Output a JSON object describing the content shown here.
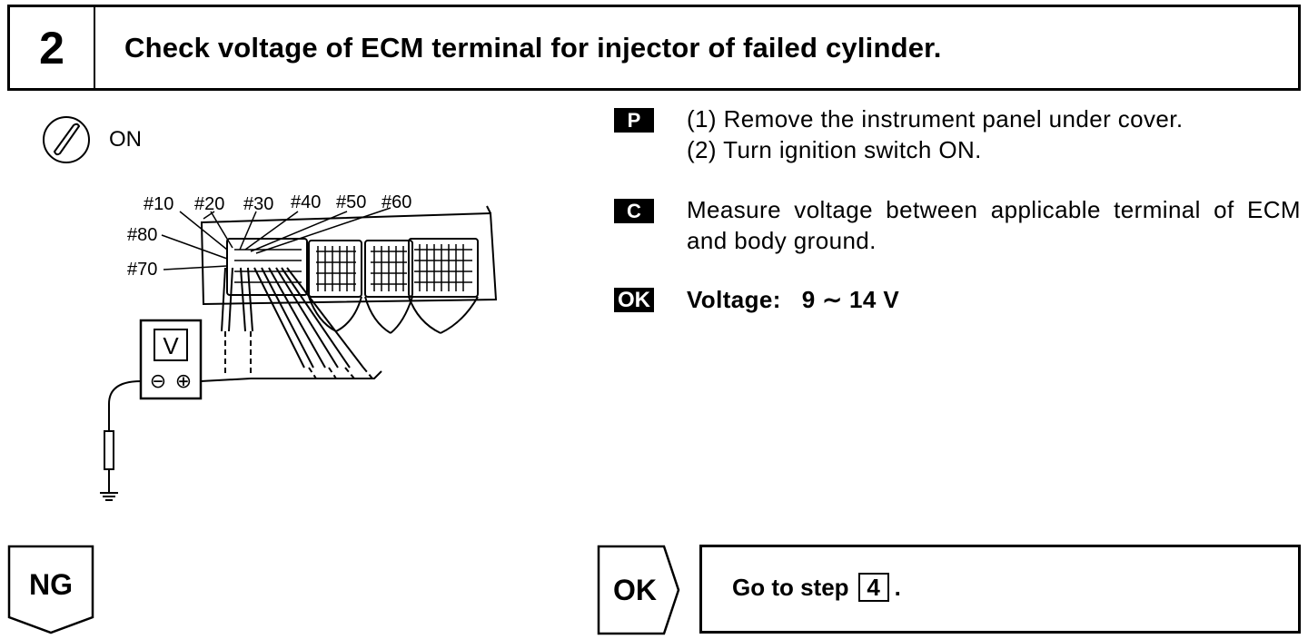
{
  "header": {
    "step_number": "2",
    "title": "Check voltage of ECM terminal for injector of failed cylinder."
  },
  "ignition": {
    "icon": "ignition-switch-icon",
    "label": "ON"
  },
  "diagram": {
    "terminal_labels": [
      "#10",
      "#20",
      "#30",
      "#40",
      "#50",
      "#60",
      "#80",
      "#70"
    ],
    "meter_label": "V",
    "meter_minus": "⊖",
    "meter_plus": "⊕"
  },
  "procedure": {
    "p_badge": "P",
    "p_steps": [
      "(1) Remove the instrument panel under cover.",
      "(2) Turn ignition switch ON."
    ],
    "c_badge": "C",
    "c_text": "Measure voltage between applicable terminal of ECM and body ground.",
    "ok_badge": "OK",
    "ok_label": "Voltage:",
    "ok_value": "9 ∼ 14 V"
  },
  "results": {
    "ng_label": "NG",
    "ok_label": "OK",
    "goto_text": "Go to step",
    "goto_step": "4",
    "goto_period": "."
  }
}
